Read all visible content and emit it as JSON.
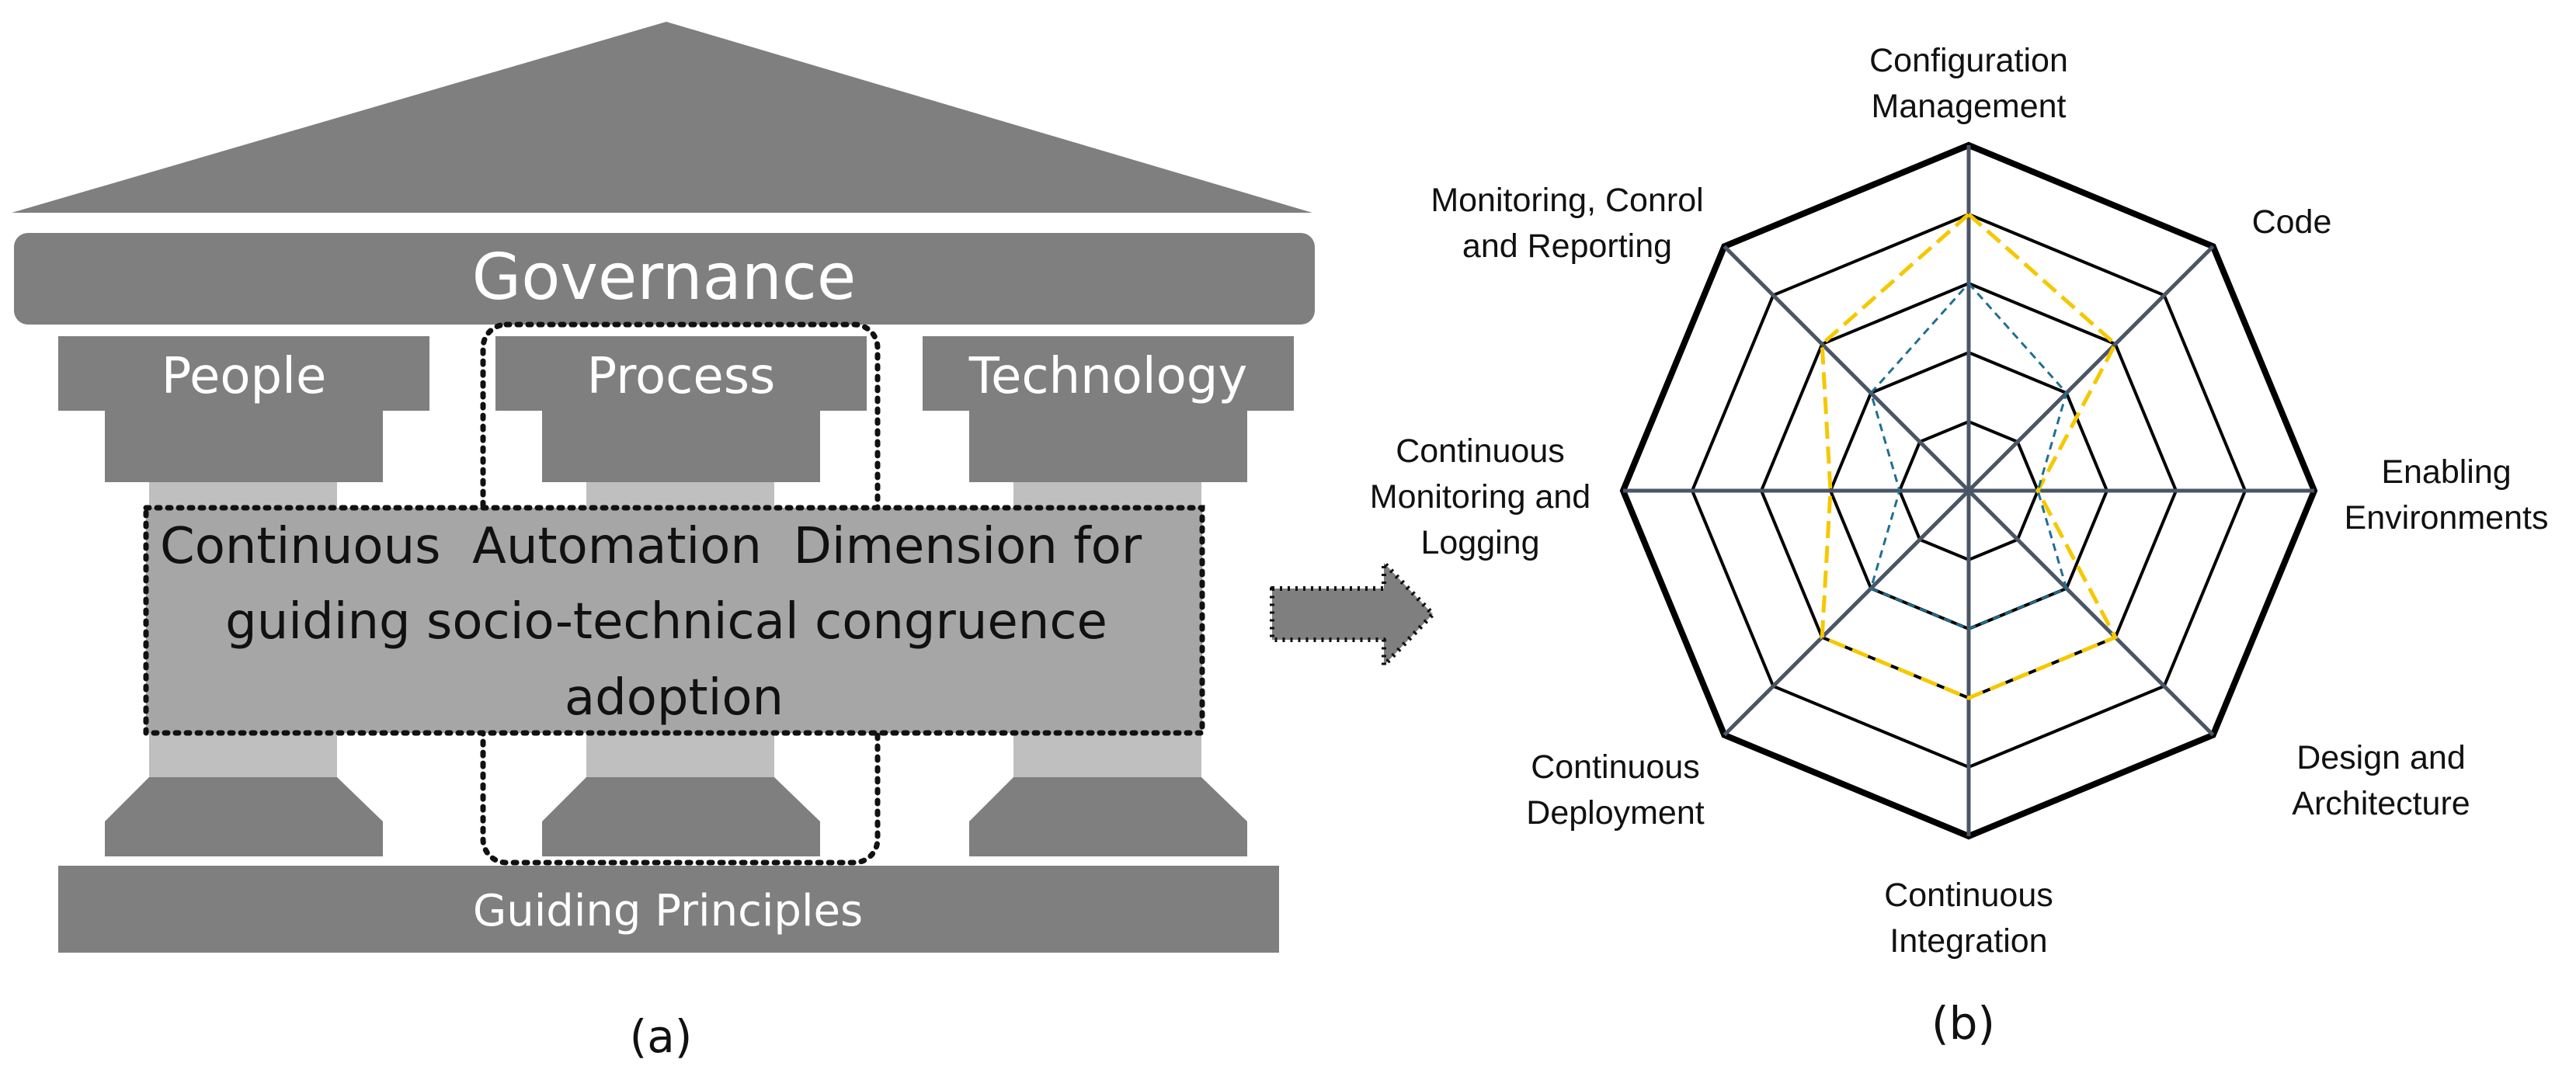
{
  "temple": {
    "roof_label": "Governance",
    "pillars": [
      "People",
      "Process",
      "Technology"
    ],
    "banner_lines": [
      "Continuous  Automation  Dimension for",
      "guiding socio-technical congruence",
      "adoption"
    ],
    "base_label": "Guiding Principles",
    "caption": "(a)"
  },
  "radar": {
    "caption": "(b)",
    "axes": [
      {
        "lines": [
          "Configuration",
          "Management"
        ]
      },
      {
        "lines": [
          "Code"
        ]
      },
      {
        "lines": [
          "Enabling",
          "Environments"
        ]
      },
      {
        "lines": [
          "Design and",
          "Architecture"
        ]
      },
      {
        "lines": [
          "Continuous",
          "Integration"
        ]
      },
      {
        "lines": [
          "Continuous",
          "Deployment"
        ]
      },
      {
        "lines": [
          "Continuous",
          "Monitoring and",
          "Logging"
        ]
      },
      {
        "lines": [
          "Monitoring, Conrol",
          "and Reporting"
        ]
      }
    ],
    "rings": 5,
    "series": [
      {
        "color": "#f5c800",
        "values": [
          4,
          3,
          1,
          3,
          3,
          3,
          2,
          3
        ]
      },
      {
        "color": "#1f6f8f",
        "values": [
          3,
          2,
          1,
          2,
          2,
          2,
          1,
          2
        ]
      }
    ],
    "colors": {
      "grid": "#000000",
      "spokes": "#4a5565",
      "fill": "#7f7f7f",
      "light": "#bfbfbf"
    }
  }
}
